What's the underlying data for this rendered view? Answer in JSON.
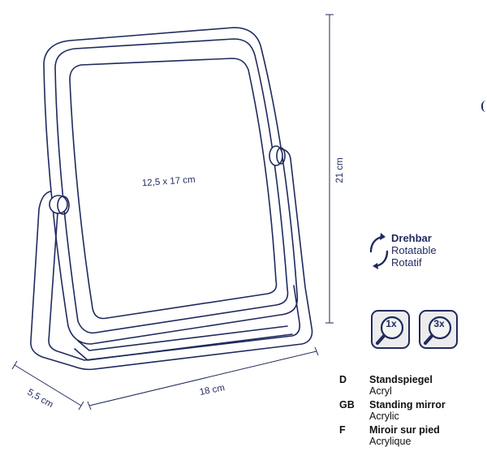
{
  "product": {
    "mirror_size": "12,5 x 17 cm",
    "height": "21 cm",
    "width": "18 cm",
    "depth": "5,5 cm"
  },
  "rotation": {
    "de": "Drehbar",
    "en": "Rotatable",
    "fr": "Rotatif",
    "icon": "rotate-arrows-icon"
  },
  "magnification": [
    {
      "label": "1x",
      "icon": "magnifier-icon"
    },
    {
      "label": "3x",
      "icon": "magnifier-icon"
    }
  ],
  "legend": [
    {
      "code": "D",
      "name": "Standspiegel",
      "material": "Acryl"
    },
    {
      "code": "GB",
      "name": "Standing mirror",
      "material": "Acrylic"
    },
    {
      "code": "F",
      "name": "Miroir sur pied",
      "material": "Acrylique"
    }
  ],
  "colors": {
    "line": "#1f2a5e",
    "icon_background": "#ececec"
  }
}
